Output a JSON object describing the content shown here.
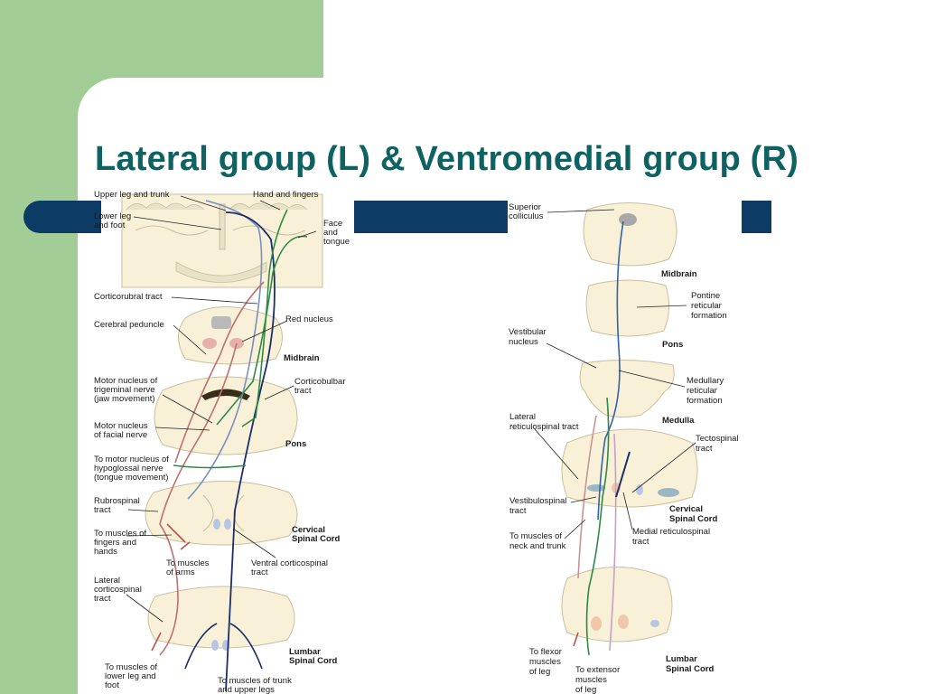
{
  "slide": {
    "title": "Lateral group (L) & Ventromedial group (R)",
    "colors": {
      "background_green": "#a3cd96",
      "title": "#0e6262",
      "bar": "#0c3c66"
    }
  },
  "left_diagram": {
    "labels": {
      "upper_leg_trunk": "Upper leg and trunk",
      "hand_fingers": "Hand and fingers",
      "lower_leg_1": "Lower leg",
      "lower_leg_2": "and foot",
      "face_1": "Face",
      "face_2": "and",
      "face_3": "tongue",
      "corticorubral": "Corticorubral tract",
      "red_nucleus": "Red nucleus",
      "cerebral_peduncle": "Cerebral peduncle",
      "midbrain": "Midbrain",
      "trigeminal_1": "Motor nucleus of",
      "trigeminal_2": "trigeminal nerve",
      "trigeminal_3": "(jaw movement)",
      "corticobulbar_1": "Corticobulbar",
      "corticobulbar_2": "tract",
      "facial_1": "Motor nucleus",
      "facial_2": "of facial nerve",
      "pons": "Pons",
      "hypoglossal_1": "To motor nucleus of",
      "hypoglossal_2": "hypoglossal nerve",
      "hypoglossal_3": "(tongue movement)",
      "rubrospinal_1": "Rubrospinal",
      "rubrospinal_2": "tract",
      "cervical_1": "Cervical",
      "cervical_2": "Spinal Cord",
      "fingers_1": "To muscles of",
      "fingers_2": "fingers and",
      "fingers_3": "hands",
      "arms_1": "To muscles",
      "arms_2": "of arms",
      "ventral_cs_1": "Ventral corticospinal",
      "ventral_cs_2": "tract",
      "lateral_cs_1": "Lateral",
      "lateral_cs_2": "corticospinal",
      "lateral_cs_3": "tract",
      "lumbar_1": "Lumbar",
      "lumbar_2": "Spinal Cord",
      "lower_leg_muscles_1": "To muscles of",
      "lower_leg_muscles_2": "lower leg and",
      "lower_leg_muscles_3": "foot",
      "trunk_muscles_1": "To muscles of trunk",
      "trunk_muscles_2": "and upper legs"
    }
  },
  "right_diagram": {
    "labels": {
      "superior_1": "Superior",
      "superior_2": "colliculus",
      "midbrain": "Midbrain",
      "pontine_1": "Pontine",
      "pontine_2": "reticular",
      "pontine_3": "formation",
      "pons": "Pons",
      "vestibular_1": "Vestibular",
      "vestibular_2": "nucleus",
      "medullary_1": "Medullary",
      "medullary_2": "reticular",
      "medullary_3": "formation",
      "medulla": "Medulla",
      "lateral_rs_1": "Lateral",
      "lateral_rs_2": "reticulospinal tract",
      "tectospinal_1": "Tectospinal",
      "tectospinal_2": "tract",
      "vestibulospinal_1": "Vestibulospinal",
      "vestibulospinal_2": "tract",
      "cervical_1": "Cervical",
      "cervical_2": "Spinal Cord",
      "neck_trunk_1": "To muscles of",
      "neck_trunk_2": "neck and trunk",
      "medial_rs_1": "Medial reticulospinal",
      "medial_rs_2": "tract",
      "flexor_1": "To flexor",
      "flexor_2": "muscles",
      "flexor_3": "of leg",
      "extensor_1": "To extensor",
      "extensor_2": "muscles",
      "extensor_3": "of leg",
      "lumbar_1": "Lumbar",
      "lumbar_2": "Spinal Cord"
    }
  }
}
